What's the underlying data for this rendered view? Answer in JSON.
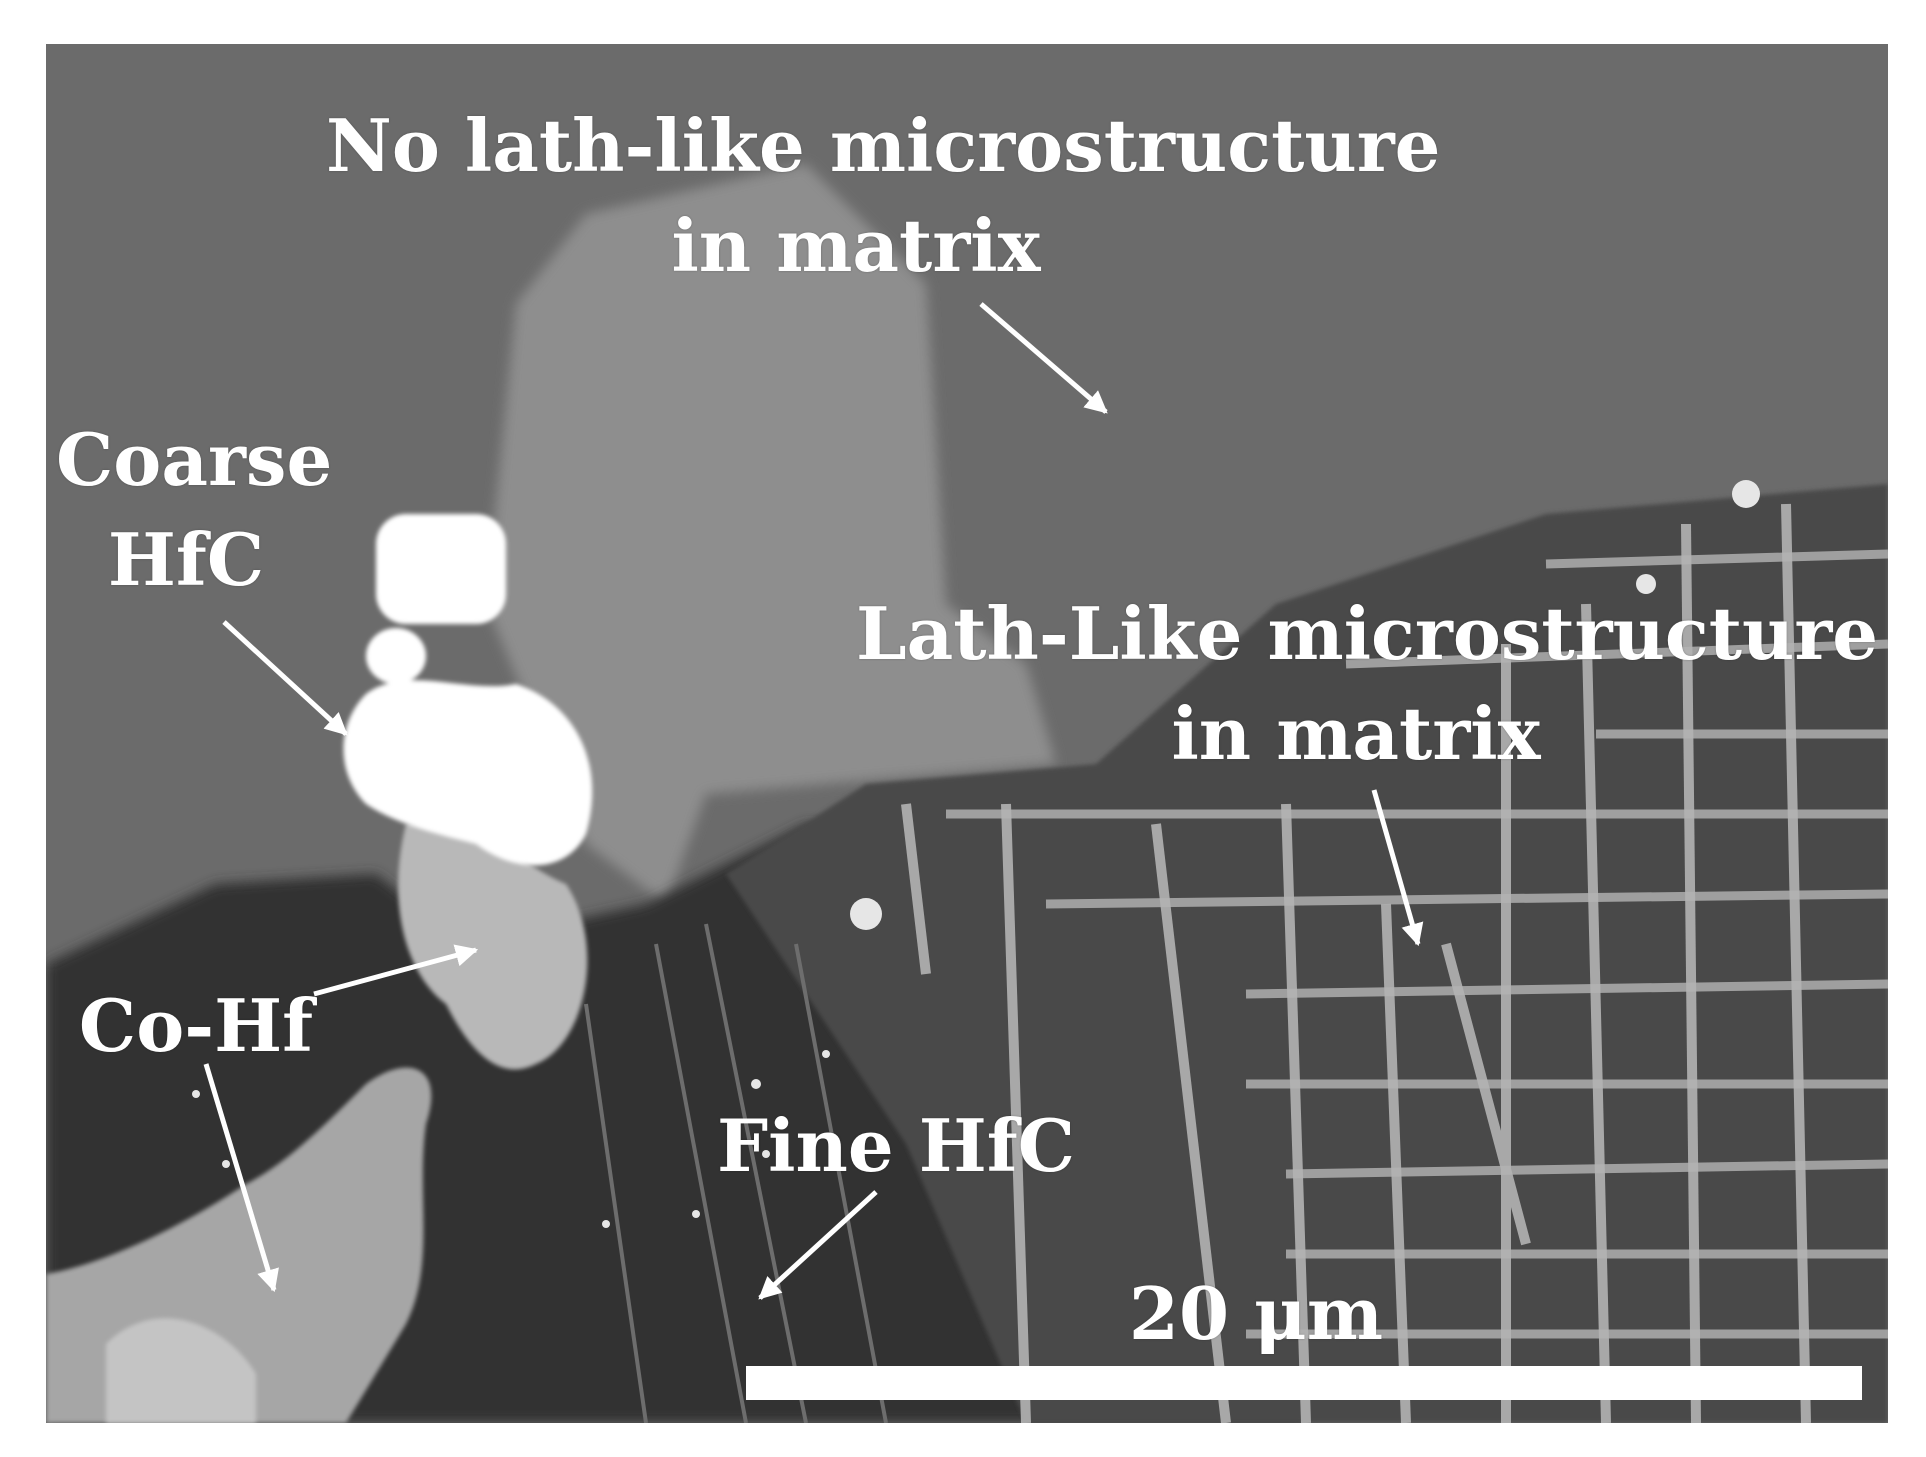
{
  "figure": {
    "labels": {
      "no_lath": {
        "line1": "No lath-like microstructure",
        "line2": "in matrix"
      },
      "coarse_hfc": {
        "line1": "Coarse",
        "line2": "HfC"
      },
      "lath_like": {
        "line1": "Lath-Like microstructure",
        "line2": "in matrix"
      },
      "co_hf": "Co-Hf",
      "fine_hfc": "Fine HfC"
    },
    "scale_bar": {
      "text": "20 μm"
    },
    "colors": {
      "annotation": "#ffffff",
      "background": "#ffffff",
      "matrix": "#6a6a6a"
    }
  }
}
